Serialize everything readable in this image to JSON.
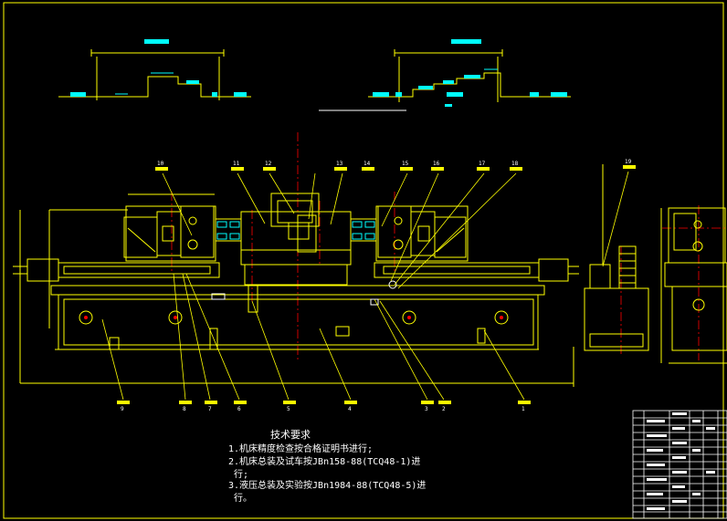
{
  "technical_requirements": {
    "title": "技术要求",
    "items": [
      "1.机床精度检查按合格证明书进行;",
      "2.机床总装及试车按JBn158-88(TCQ48-1)进",
      "行;",
      "3.液压总装及实验按JBn1984-88(TCQ48-5)进",
      "行。"
    ]
  },
  "balloons_top": [
    "10",
    "11",
    "12",
    "13",
    "14",
    "15",
    "16",
    "17",
    "18",
    "19"
  ],
  "balloons_bottom": [
    "9",
    "8",
    "7",
    "6",
    "5",
    "4",
    "3",
    "2",
    "1"
  ],
  "colors": {
    "background": "#000000",
    "outline": "#ffff00",
    "highlight": "#00ffff",
    "centerline": "#ff0000",
    "dimension": "#00ff00",
    "text": "#ffffff"
  }
}
